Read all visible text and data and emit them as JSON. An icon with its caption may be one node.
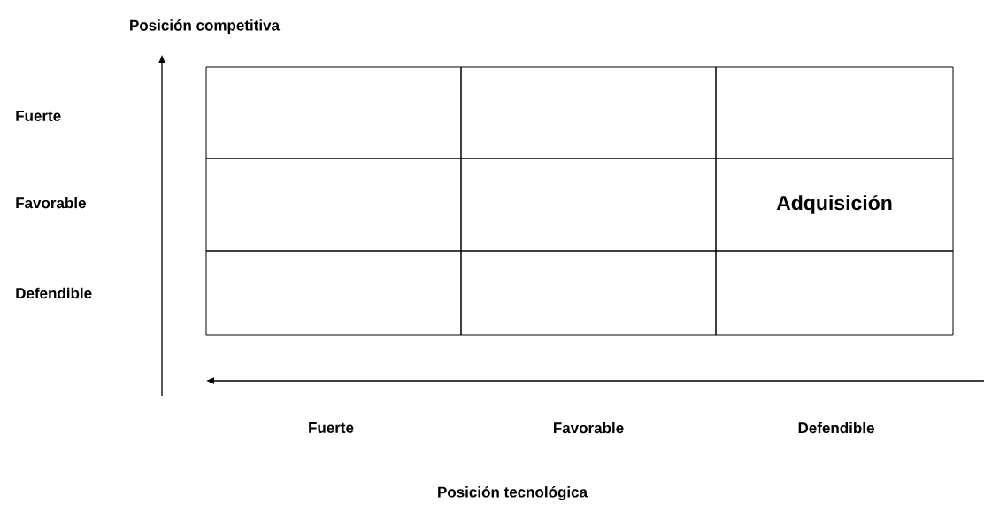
{
  "diagram": {
    "nodes": [
      {
        "text": [],
        "shape": "box"
      },
      {
        "text": [],
        "shape": "box"
      },
      {
        "text": [],
        "shape": "box"
      },
      {
        "text": [],
        "shape": "box"
      },
      {
        "text": [],
        "shape": "box"
      },
      {
        "text": [
          "Adquisición"
        ]
      },
      {
        "text": [],
        "shape": "box"
      },
      {
        "text": [],
        "shape": "box"
      },
      {
        "text": [],
        "shape": "box"
      }
    ],
    "labels": [
      "Posición competitiva",
      "Fuerte",
      "Favorable",
      "Defendible",
      "Fuerte",
      "Favorable",
      "Defendible",
      "Posición tecnológica"
    ]
  }
}
